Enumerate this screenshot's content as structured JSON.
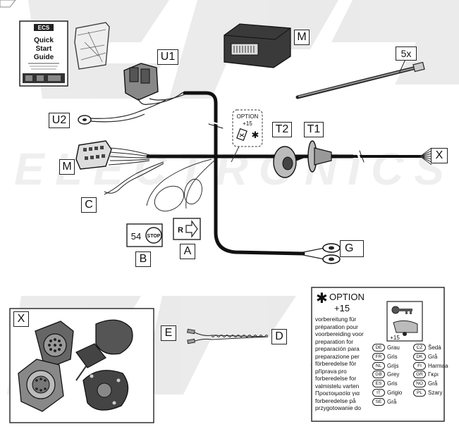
{
  "labels": {
    "U1": "U1",
    "U2": "U2",
    "M_module": "M",
    "M_connector": "M",
    "five_x": "5x",
    "T2": "T2",
    "T1": "T1",
    "X_main": "X",
    "C": "C",
    "B": "B",
    "A": "A",
    "G": "G",
    "X_box": "X",
    "E": "E",
    "D": "D"
  },
  "quick_start": {
    "brand": "ECS",
    "title_1": "Quick",
    "title_2": "Start",
    "title_3": "Guide"
  },
  "watermark": "ELECTRONICS",
  "option_popup": {
    "title": "OPTION",
    "value": "+15",
    "star": "✱"
  },
  "stop_sign": {
    "number": "54",
    "text": "STOP"
  },
  "reverse_sign": {
    "letter": "R"
  },
  "option_panel": {
    "star": "✱",
    "title": "OPTION",
    "value": "+15",
    "desc_lines": [
      "vorbereitung für",
      "préparation pour",
      "voorbereiding voor",
      "preparation for",
      "preparación para",
      "preparazione per",
      "förberedelse för",
      "příprava pro",
      "forberedelse for",
      "valmistelu varten",
      "Προετοιμασία για",
      "forberedelse på",
      "przygotowanie do"
    ],
    "icon_value": "+15",
    "languages": [
      {
        "code": "DE",
        "name": "Grau"
      },
      {
        "code": "FR",
        "name": "Gris"
      },
      {
        "code": "NL",
        "name": "Grijs"
      },
      {
        "code": "GB",
        "name": "Grey"
      },
      {
        "code": "ES",
        "name": "Gris"
      },
      {
        "code": "IT",
        "name": "Grigio"
      },
      {
        "code": "SE",
        "name": "Grå"
      },
      {
        "code": "CZ",
        "name": "Šedá"
      },
      {
        "code": "DK",
        "name": "Grå"
      },
      {
        "code": "FI",
        "name": "Harmaa"
      },
      {
        "code": "GR",
        "name": "Γκρι"
      },
      {
        "code": "NO",
        "name": "Grå"
      },
      {
        "code": "PL",
        "name": "Szary"
      }
    ]
  }
}
